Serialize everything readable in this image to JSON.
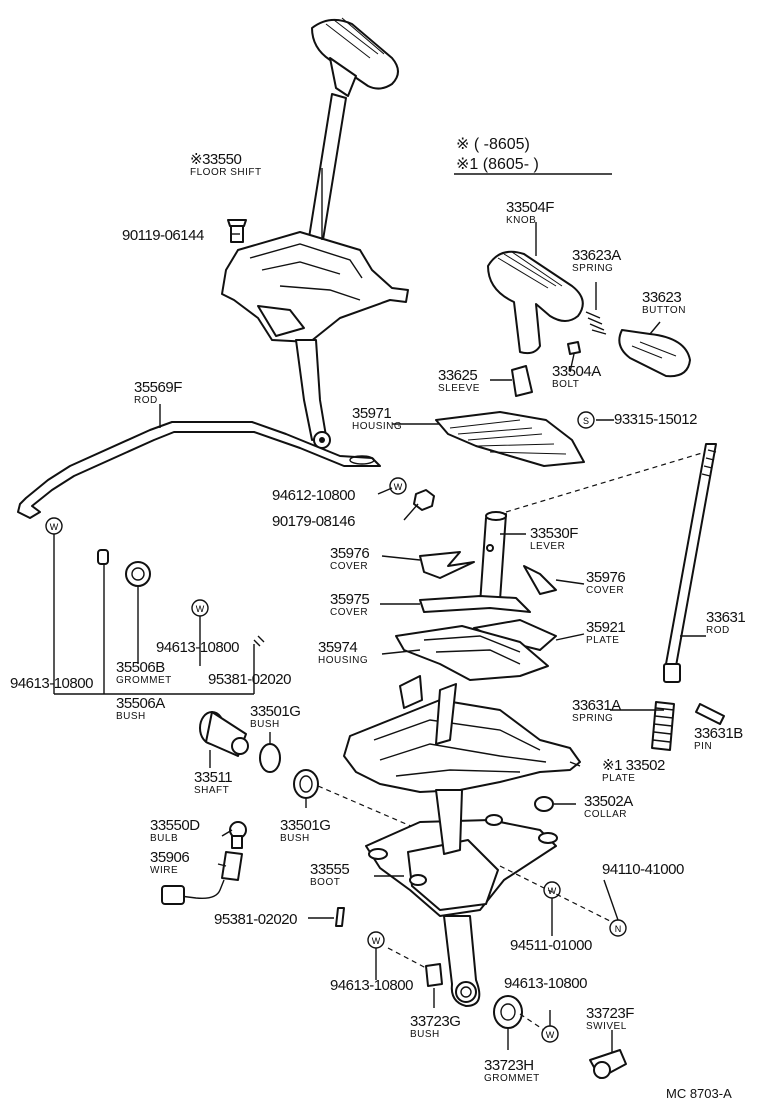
{
  "legend": {
    "row1_mark": "※",
    "row1_text": "(    -8605)",
    "row2_mark": "※1",
    "row2_text": "(8605-    )"
  },
  "parts": [
    {
      "id": "p33550",
      "number": "※33550",
      "name": "FLOOR SHIFT"
    },
    {
      "id": "p90119",
      "number": "90119-06144",
      "name": ""
    },
    {
      "id": "p33504F",
      "number": "33504F",
      "name": "KNOB"
    },
    {
      "id": "p33623A",
      "number": "33623A",
      "name": "SPRING"
    },
    {
      "id": "p33623",
      "number": "33623",
      "name": "BUTTON"
    },
    {
      "id": "p33625",
      "number": "33625",
      "name": "SLEEVE"
    },
    {
      "id": "p33504A",
      "number": "33504A",
      "name": "BOLT"
    },
    {
      "id": "p35569F",
      "number": "35569F",
      "name": "ROD"
    },
    {
      "id": "p35971",
      "number": "35971",
      "name": "HOUSING"
    },
    {
      "id": "p93315",
      "number": "93315-15012",
      "name": ""
    },
    {
      "id": "p94612",
      "number": "94612-10800",
      "name": ""
    },
    {
      "id": "p90179",
      "number": "90179-08146",
      "name": ""
    },
    {
      "id": "p33530F",
      "number": "33530F",
      "name": "LEVER"
    },
    {
      "id": "p35976a",
      "number": "35976",
      "name": "COVER"
    },
    {
      "id": "p35976b",
      "number": "35976",
      "name": "COVER"
    },
    {
      "id": "p35975",
      "number": "35975",
      "name": "COVER"
    },
    {
      "id": "p33631",
      "number": "33631",
      "name": "ROD"
    },
    {
      "id": "p94613a",
      "number": "94613-10800",
      "name": ""
    },
    {
      "id": "p35974",
      "number": "35974",
      "name": "HOUSING"
    },
    {
      "id": "p35921",
      "number": "35921",
      "name": "PLATE"
    },
    {
      "id": "p94613b",
      "number": "94613-10800",
      "name": ""
    },
    {
      "id": "p35506B",
      "number": "35506B",
      "name": "GROMMET"
    },
    {
      "id": "p95381a",
      "number": "95381-02020",
      "name": ""
    },
    {
      "id": "p35506A",
      "number": "35506A",
      "name": "BUSH"
    },
    {
      "id": "p33631A",
      "number": "33631A",
      "name": "SPRING"
    },
    {
      "id": "p33631B",
      "number": "33631B",
      "name": "PIN"
    },
    {
      "id": "p33501Ga",
      "number": "33501G",
      "name": "BUSH"
    },
    {
      "id": "p33502",
      "number": "※1 33502",
      "name": "PLATE"
    },
    {
      "id": "p33511",
      "number": "33511",
      "name": "SHAFT"
    },
    {
      "id": "p33502A",
      "number": "33502A",
      "name": "COLLAR"
    },
    {
      "id": "p33501Gb",
      "number": "33501G",
      "name": "BUSH"
    },
    {
      "id": "p33550D",
      "number": "33550D",
      "name": "BULB"
    },
    {
      "id": "p35906",
      "number": "35906",
      "name": "WIRE"
    },
    {
      "id": "p33555",
      "number": "33555",
      "name": "BOOT"
    },
    {
      "id": "p94110",
      "number": "94110-41000",
      "name": ""
    },
    {
      "id": "p95381b",
      "number": "95381-02020",
      "name": ""
    },
    {
      "id": "p94511",
      "number": "94511-01000",
      "name": ""
    },
    {
      "id": "p94613c",
      "number": "94613-10800",
      "name": ""
    },
    {
      "id": "p94613d",
      "number": "94613-10800",
      "name": ""
    },
    {
      "id": "p33723F",
      "number": "33723F",
      "name": "SWIVEL"
    },
    {
      "id": "p33723G",
      "number": "33723G",
      "name": "BUSH"
    },
    {
      "id": "p33723H",
      "number": "33723H",
      "name": "GROMMET"
    }
  ],
  "symbols": {
    "washer": "W",
    "spring_washer": "S",
    "nut": "N"
  },
  "reference": "MC 8703-A"
}
